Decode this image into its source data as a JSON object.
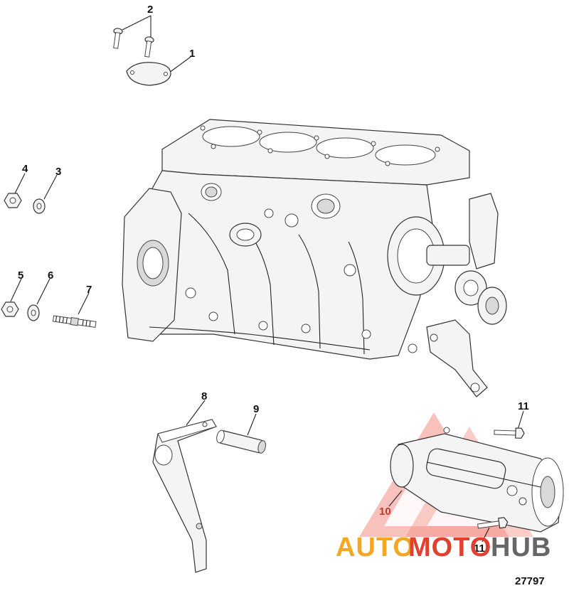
{
  "callouts": {
    "c1": "1",
    "c2": "2",
    "c3": "3",
    "c4": "4",
    "c5": "5",
    "c6": "6",
    "c7": "7",
    "c8": "8",
    "c9": "9",
    "c10": "10",
    "c11a": "11",
    "c11b": "11"
  },
  "figure_number": "27797",
  "watermark": {
    "part1": "AUTO",
    "part2": "MOTO",
    "part3": "HUB",
    "color_orange": "#f5a623",
    "color_red": "#e0402f",
    "color_gray": "#666666"
  }
}
